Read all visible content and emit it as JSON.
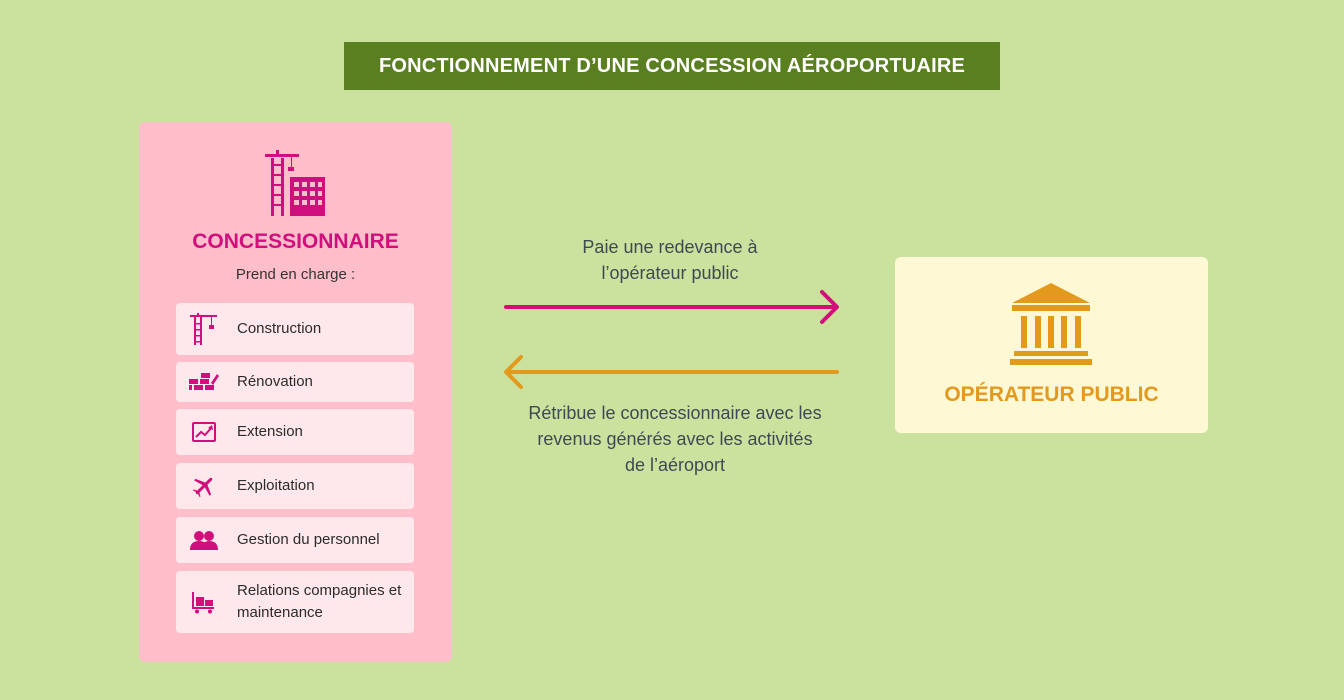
{
  "title": "FONCTIONNEMENT D’UNE CONCESSION AÉROPORTUAIRE",
  "concessionnaire": {
    "title": "CONCESSIONNAIRE",
    "subtitle": "Prend en charge :",
    "icon": "construction-crane-icon",
    "items": [
      {
        "label": "Construction",
        "icon": "crane-icon"
      },
      {
        "label": "Rénovation",
        "icon": "bricks-icon"
      },
      {
        "label": "Extension",
        "icon": "chart-icon"
      },
      {
        "label": "Exploitation",
        "icon": "airplane-icon"
      },
      {
        "label": "Gestion du personnel",
        "icon": "people-icon"
      },
      {
        "label": "Relations compagnies et maintenance",
        "icon": "luggage-cart-icon"
      }
    ]
  },
  "flows": {
    "to_public": "Paie une redevance à l’opérateur public",
    "to_concessionnaire": "Rétribue le concessionnaire avec les revenus générés avec les activités de l’aéroport"
  },
  "operateur": {
    "title": "OPÉRATEUR PUBLIC",
    "icon": "institution-building-icon"
  },
  "colors": {
    "background": "#cbe29e",
    "banner": "#5a7f21",
    "magenta": "#d10f7c",
    "orange": "#e39a1c",
    "concessionnaire_panel": "#ffbec9",
    "operateur_panel": "#fff8d4"
  }
}
